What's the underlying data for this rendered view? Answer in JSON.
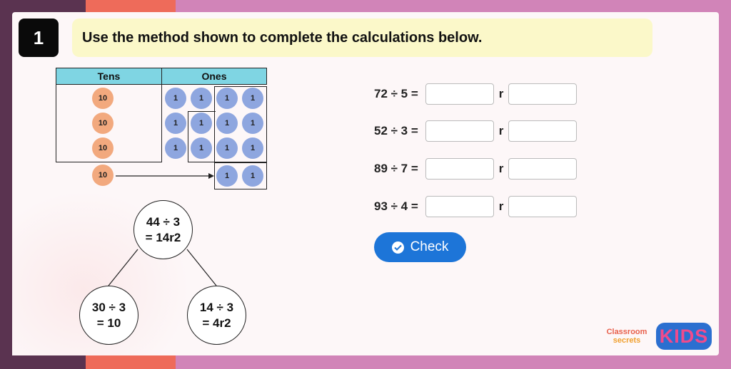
{
  "question": {
    "number": "1",
    "text": "Use the method shown to complete the calculations below."
  },
  "place_value": {
    "tens_header": "Tens",
    "ones_header": "Ones",
    "tens_counters": [
      "10",
      "10",
      "10",
      "10"
    ],
    "ones_counters": [
      "1",
      "1",
      "1",
      "1",
      "1",
      "1",
      "1",
      "1",
      "1",
      "1",
      "1",
      "1",
      "1",
      "1"
    ]
  },
  "tree": {
    "root": [
      "44 ÷ 3",
      "= 14r2"
    ],
    "left": [
      "30 ÷ 3",
      "= 10"
    ],
    "right": [
      "14 ÷ 3",
      "= 4r2"
    ]
  },
  "calculations": [
    {
      "label": "72 ÷ 5 =",
      "r": "r"
    },
    {
      "label": "52 ÷ 3 =",
      "r": "r"
    },
    {
      "label": "89 ÷ 7 =",
      "r": "r"
    },
    {
      "label": "93 ÷ 4 =",
      "r": "r"
    }
  ],
  "check_button": {
    "label": "Check",
    "icon": "check-circle-icon"
  },
  "logo": {
    "line1": "Classroom",
    "line2": "secrets",
    "kids": "KIDS"
  },
  "colors": {
    "accent": "#1d75d8",
    "banner": "#fbf8c9",
    "tens_counter": "#f2a97e",
    "ones_counter": "#8ea6df",
    "header_cell": "#7fd5e3"
  }
}
